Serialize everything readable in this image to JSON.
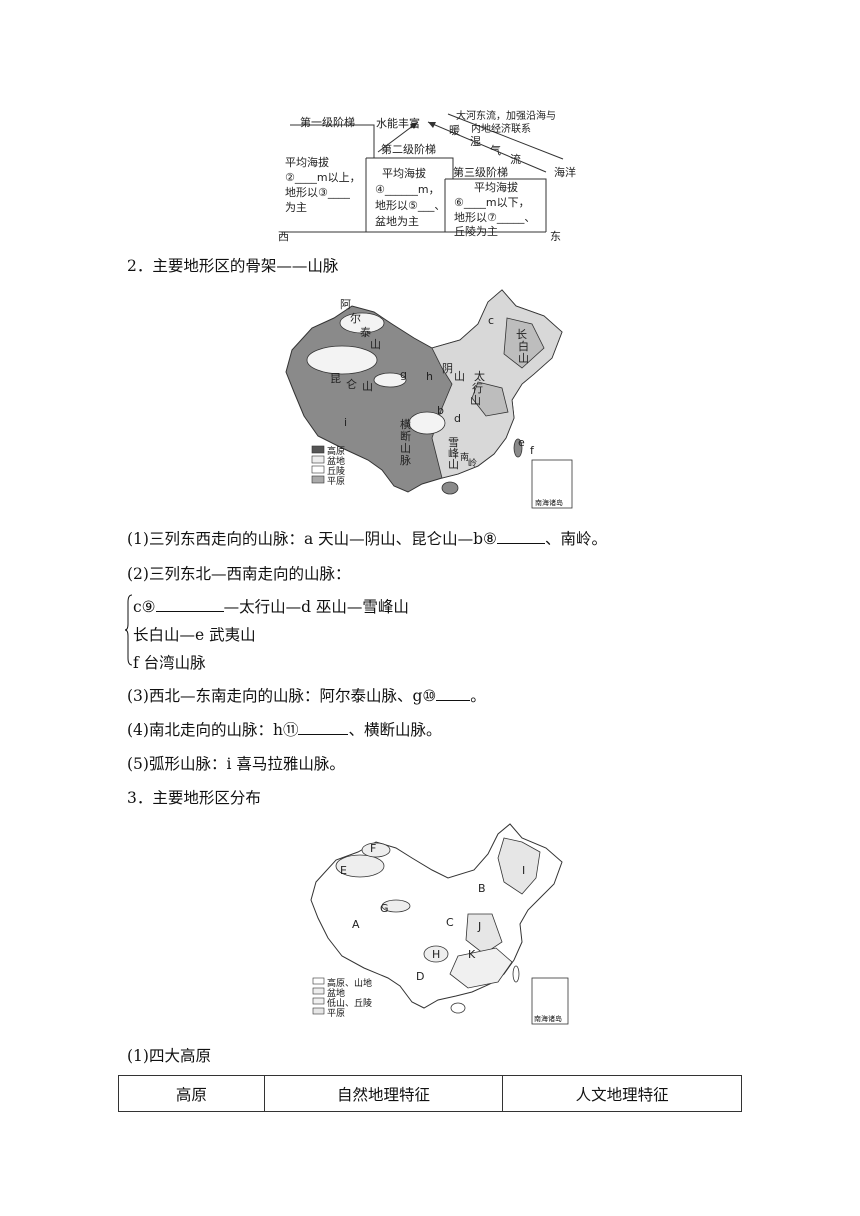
{
  "diagram1": {
    "step1_label": "第一级阶梯",
    "water_energy": "水能丰富",
    "river_note_line1": "大河东流，加强沿海与",
    "river_note_line2": "内地经济联系",
    "airflow_chars": [
      "暖",
      "湿",
      "气",
      "流"
    ],
    "ocean": "海洋",
    "step2_label": "第二级阶梯",
    "step3_label": "第三级阶梯",
    "step1_desc": [
      "平均海拔",
      "②____m以上，",
      "地形以③____",
      "为主"
    ],
    "step2_desc": [
      "平均海拔",
      "④______m，",
      "地形以⑤___、",
      "盆地为主"
    ],
    "step3_desc": [
      "平均海拔",
      "⑥____m以下，",
      "地形以⑦_____、",
      "丘陵为主"
    ],
    "west": "西",
    "east": "东"
  },
  "section2_title": "2．主要地形区的骨架——山脉",
  "map1": {
    "labels": [
      "阿",
      "尔",
      "泰",
      "山",
      "昆",
      "仑",
      "山",
      "阴",
      "山",
      "太",
      "行",
      "山",
      "长",
      "白",
      "山",
      "横",
      "断",
      "山",
      "脉",
      "雪",
      "峰",
      "山",
      "南",
      "岭",
      "c",
      "g",
      "h",
      "b",
      "d",
      "e",
      "f",
      "i"
    ],
    "legend": [
      "高原",
      "盆地",
      "丘陵",
      "平原"
    ],
    "inset_caption": "南海诸岛"
  },
  "q_lines": {
    "l1_prefix": "(1)三列东西走向的山脉：a 天山—阴山、昆仑山—b⑧",
    "l1_suffix": "、南岭。",
    "l2": "(2)三列东北—西南走向的山脉：",
    "l2a_prefix": "c⑨",
    "l2a_suffix": "—太行山—d 巫山—雪峰山",
    "l2b": "长白山—e 武夷山",
    "l2c": "f 台湾山脉",
    "l3_prefix": "(3)西北—东南走向的山脉：阿尔泰山脉、g⑩",
    "l3_suffix": "。",
    "l4_prefix": "(4)南北走向的山脉：h⑪",
    "l4_suffix": "、横断山脉。",
    "l5": "(5)弧形山脉：i 喜马拉雅山脉。"
  },
  "section3_title": "3．主要地形区分布",
  "map2": {
    "letters": [
      "A",
      "B",
      "C",
      "D",
      "E",
      "F",
      "G",
      "H",
      "I",
      "J",
      "K"
    ],
    "legend": [
      "高原、山地",
      "盆地",
      "低山、丘陵",
      "平原"
    ],
    "inset_caption": "南海诸岛"
  },
  "sub1_title": "(1)四大高原",
  "table": {
    "headers": [
      "高原",
      "自然地理特征",
      "人文地理特征"
    ]
  }
}
